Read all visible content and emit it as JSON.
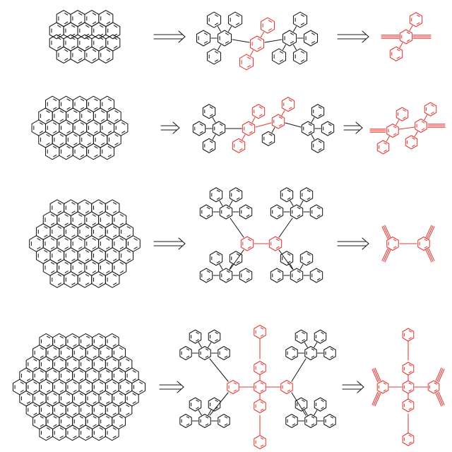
{
  "colors": {
    "target": "#1a1a1a",
    "precursor": "#1a1a1a",
    "building_block": "#e53935",
    "arrow": "#1a1a1a"
  },
  "rows": [
    {
      "target": "nanographene-c1",
      "precursor": "oligophenylene-p1",
      "building_block": "diethynyl-terphenyl-b1"
    },
    {
      "target": "nanographene-c2",
      "precursor": "oligophenylene-p2",
      "building_block": "diethynyl-quaterphenyl-b2"
    },
    {
      "target": "nanographene-c3",
      "precursor": "oligophenylene-p3",
      "building_block": "tetraethynyl-biphenyl-b3"
    },
    {
      "target": "nanographene-c4",
      "precursor": "oligophenylene-p4",
      "building_block": "tetraethynyl-oligophenylene-b4"
    }
  ],
  "arrow_symbol": "retrosynthetic-double-arrow"
}
